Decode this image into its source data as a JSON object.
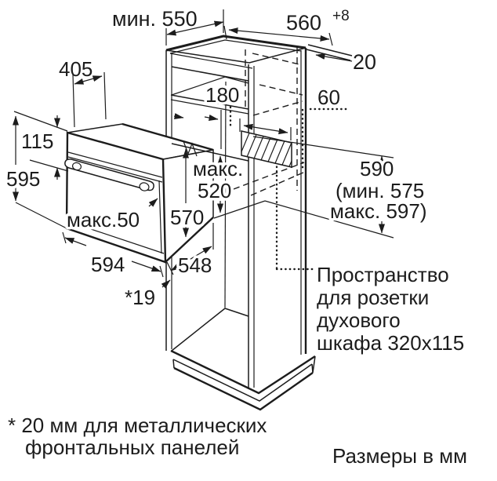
{
  "diagram": {
    "title_hint": "built-in oven installation drawing",
    "line_color": "#1c1c1c",
    "background": "#ffffff",
    "units_note": "Размеры в мм",
    "footnote": [
      "* 20 мм для металлических",
      "фронтальных панелей"
    ],
    "socket_note": [
      "Пространство",
      "для розетки",
      "духового",
      "шкафа 320x115"
    ],
    "dims": {
      "min_550": "мин. 550",
      "w560": "560",
      "w560_tol": "+8",
      "gap20": "20",
      "d405": "405",
      "d180": "180",
      "d60": "60",
      "d115": "115",
      "d595": "595",
      "maks_word": "макс.",
      "d520": "520",
      "d570": "570",
      "d590": "590",
      "d590_min": "(мин. 575",
      "d590_max": "макс. 597)",
      "maks50": "макс.50",
      "d594": "594",
      "d548": "548",
      "star19": "*19"
    }
  }
}
